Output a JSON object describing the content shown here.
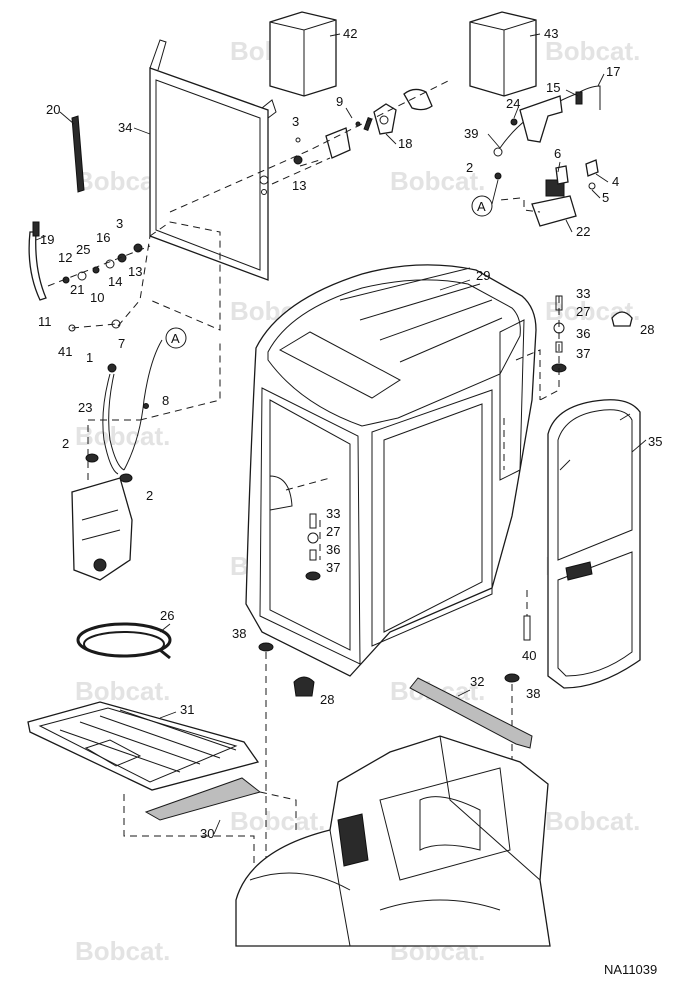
{
  "watermark": "Bobcat.",
  "figure_id": "NA11039",
  "ref_a": "A",
  "callouts": {
    "c1": "1",
    "c2a": "2",
    "c2b": "2",
    "c2c": "2",
    "c3a": "3",
    "c3b": "3",
    "c4": "4",
    "c5": "5",
    "c6": "6",
    "c7": "7",
    "c8": "8",
    "c9": "9",
    "c10": "10",
    "c11": "11",
    "c12": "12",
    "c13a": "13",
    "c13b": "13",
    "c14": "14",
    "c15": "15",
    "c16": "16",
    "c17": "17",
    "c18": "18",
    "c19": "19",
    "c20": "20",
    "c21": "21",
    "c22": "22",
    "c23": "23",
    "c24": "24",
    "c25": "25",
    "c26": "26",
    "c27a": "27",
    "c27b": "27",
    "c28a": "28",
    "c28b": "28",
    "c29": "29",
    "c30": "30",
    "c31": "31",
    "c32": "32",
    "c33a": "33",
    "c33b": "33",
    "c34": "34",
    "c35": "35",
    "c36a": "36",
    "c36b": "36",
    "c37a": "37",
    "c37b": "37",
    "c38a": "38",
    "c38b": "38",
    "c39": "39",
    "c40": "40",
    "c41": "41",
    "c42": "42",
    "c43": "43"
  }
}
